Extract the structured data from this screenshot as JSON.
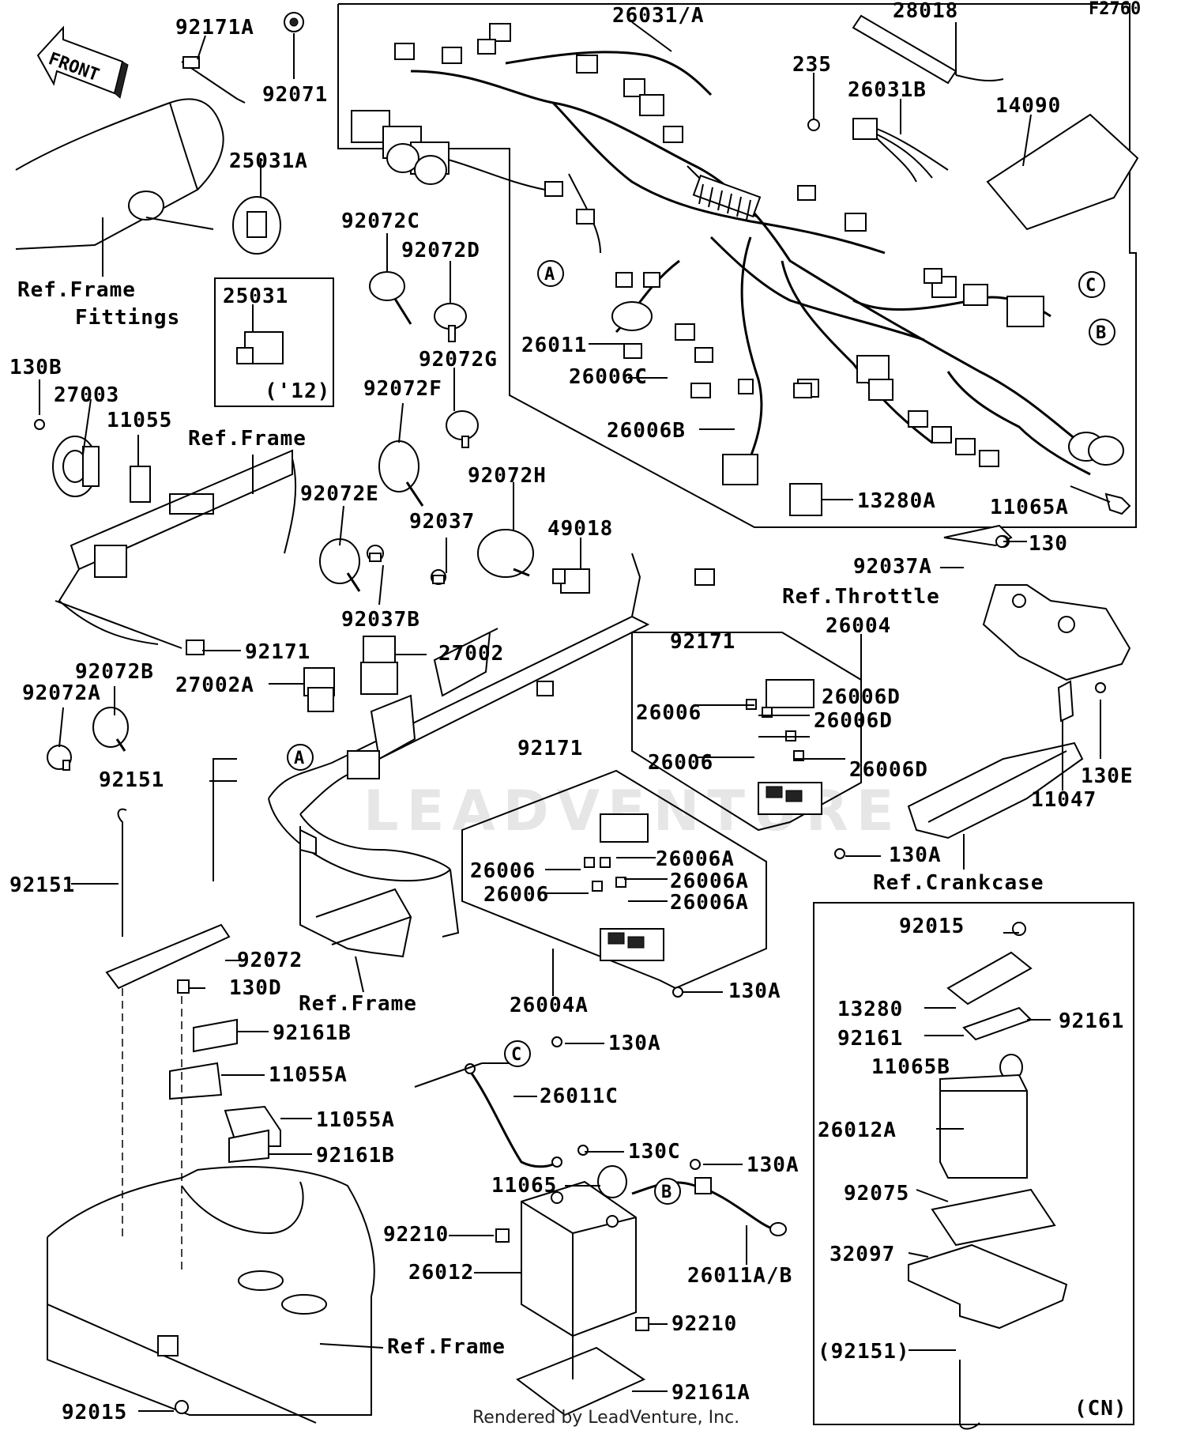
{
  "diagram_code": "F2760",
  "front_arrow_label": "FRONT",
  "footer": "Rendered by LeadVenture, Inc.",
  "watermark": "LEADVENTURE",
  "callouts": [
    "A",
    "B",
    "C"
  ],
  "labels": {
    "p26031A": "26031/A",
    "p28018": "28018",
    "p92171A": "92171A",
    "p92071": "92071",
    "p235": "235",
    "p26031B": "26031B",
    "p14090": "14090",
    "p25031A": "25031A",
    "p92072C": "92072C",
    "p92072D": "92072D",
    "refFrameFittings1": "Ref.Frame",
    "refFrameFittings2": "Fittings",
    "p25031": "25031",
    "y12": "('12)",
    "p26011": "26011",
    "p26006C": "26006C",
    "p92072G": "92072G",
    "p92072F": "92072F",
    "p130B": "130B",
    "p27003": "27003",
    "p11055": "11055",
    "refFrame1": "Ref.Frame",
    "p26006B": "26006B",
    "p92072H": "92072H",
    "p92072E": "92072E",
    "p92037": "92037",
    "p49018": "49018",
    "p13280A": "13280A",
    "p11065A": "11065A",
    "p130": "130",
    "p92037A": "92037A",
    "refThrottle": "Ref.Throttle",
    "p26004": "26004",
    "p92037B": "92037B",
    "p92171a": "92171",
    "p92171b": "92171",
    "p92171c": "92171",
    "p27002": "27002",
    "p27002A": "27002A",
    "p92072B": "92072B",
    "p92072A": "92072A",
    "p26006Da": "26006D",
    "p26006Db": "26006D",
    "p26006Dc": "26006D",
    "p26006a": "26006",
    "p26006b": "26006",
    "p130E": "130E",
    "p11047": "11047",
    "p92151a": "92151",
    "p92151b": "92151",
    "p26006c": "26006",
    "p26006d": "26006",
    "p26006Aa": "26006A",
    "p26006Ab": "26006A",
    "p26006Ac": "26006A",
    "p130Aa": "130A",
    "refCrankcase": "Ref.Crankcase",
    "p92015a": "92015",
    "p92072": "92072",
    "p130D": "130D",
    "refFrame2": "Ref.Frame",
    "p26004A": "26004A",
    "p130Ab": "130A",
    "p13280": "13280",
    "p92161a": "92161",
    "p92161b": "92161",
    "p92161Ba": "92161B",
    "p130Ac": "130A",
    "p11055Aa": "11055A",
    "p26011C": "26011C",
    "p11065B": "11065B",
    "p26012A": "26012A",
    "p11055Ab": "11055A",
    "p130C": "130C",
    "p130Ad": "130A",
    "p92161Bb": "92161B",
    "p11065": "11065",
    "p92075": "92075",
    "p92210a": "92210",
    "p26012": "26012",
    "p26011AB": "26011A/B",
    "p32097": "32097",
    "p92210b": "92210",
    "refFrame3": "Ref.Frame",
    "p92151c": "(92151)",
    "p92015b": "92015",
    "p92161A": "92161A",
    "cn": "(CN)"
  }
}
